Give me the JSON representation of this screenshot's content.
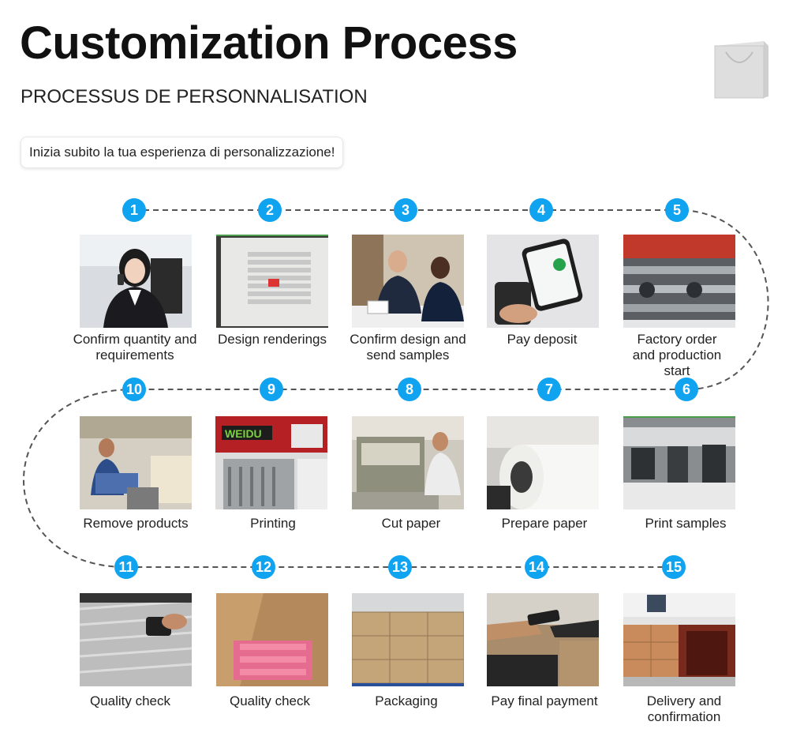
{
  "header": {
    "title": "Customization Process",
    "subtitle": "PROCESSUS DE PERSONNALISATION",
    "intro": "Inizia subito la tua esperienza di personalizzazione!"
  },
  "steps": [
    {
      "number": "1",
      "label": "Confirm quantity and requirements"
    },
    {
      "number": "2",
      "label": "Design renderings"
    },
    {
      "number": "3",
      "label": "Confirm design and send samples"
    },
    {
      "number": "4",
      "label": "Pay deposit"
    },
    {
      "number": "5",
      "label": "Factory order and production start"
    },
    {
      "number": "6",
      "label": "Print samples"
    },
    {
      "number": "7",
      "label": "Prepare paper"
    },
    {
      "number": "8",
      "label": "Cut paper"
    },
    {
      "number": "9",
      "label": "Printing"
    },
    {
      "number": "10",
      "label": "Remove products"
    },
    {
      "number": "11",
      "label": "Quality check"
    },
    {
      "number": "12",
      "label": "Quality check"
    },
    {
      "number": "13",
      "label": "Packaging"
    },
    {
      "number": "14",
      "label": "Pay final payment"
    },
    {
      "number": "15",
      "label": "Delivery and confirmation"
    }
  ],
  "colors": {
    "accent": "#10a3f0",
    "line": "#555555"
  }
}
